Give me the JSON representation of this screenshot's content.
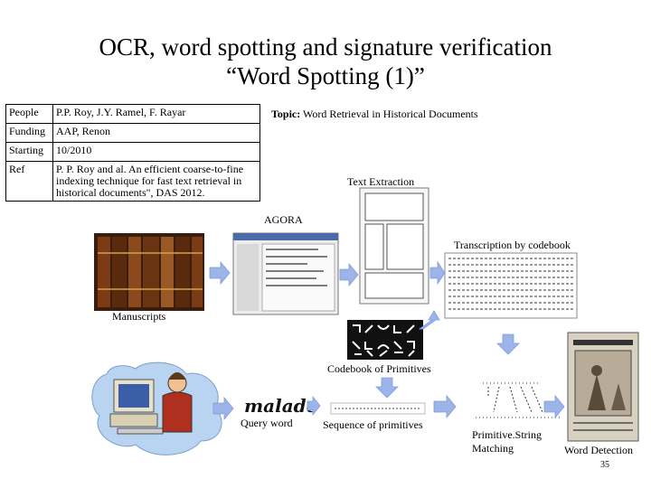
{
  "slide": {
    "title_line1": "OCR, word spotting and signature verification",
    "title_line2": "“Word Spotting (1)”",
    "page_number": "35"
  },
  "info_table": [
    {
      "key": "People",
      "value": "P.P. Roy, J.Y. Ramel, F. Rayar"
    },
    {
      "key": "Funding",
      "value": "AAP, Renon"
    },
    {
      "key": "Starting",
      "value": "10/2010"
    },
    {
      "key": "Ref",
      "value": "P. P. Roy and al. An efficient coarse-to-fine indexing technique for fast text retrieval in historical documents\", DAS 2012."
    }
  ],
  "topic": {
    "label": "Topic:",
    "text": "Word Retrieval in Historical Documents"
  },
  "labels": {
    "text_extraction": "Text Extraction",
    "agora": "AGORA",
    "transcription": "Transcription by codebook",
    "manuscripts": "Manuscripts",
    "codebook": "Codebook of Primitives",
    "query_word": "Query word",
    "query_image_text": "malade",
    "sequence": "Sequence of primitives",
    "primitive_matching_1": "Primitive.String",
    "primitive_matching_2": "Matching",
    "word_detection": "Word Detection"
  },
  "colors": {
    "arrow": "#9db4e8",
    "arrow_dark": "#7f9be0"
  }
}
